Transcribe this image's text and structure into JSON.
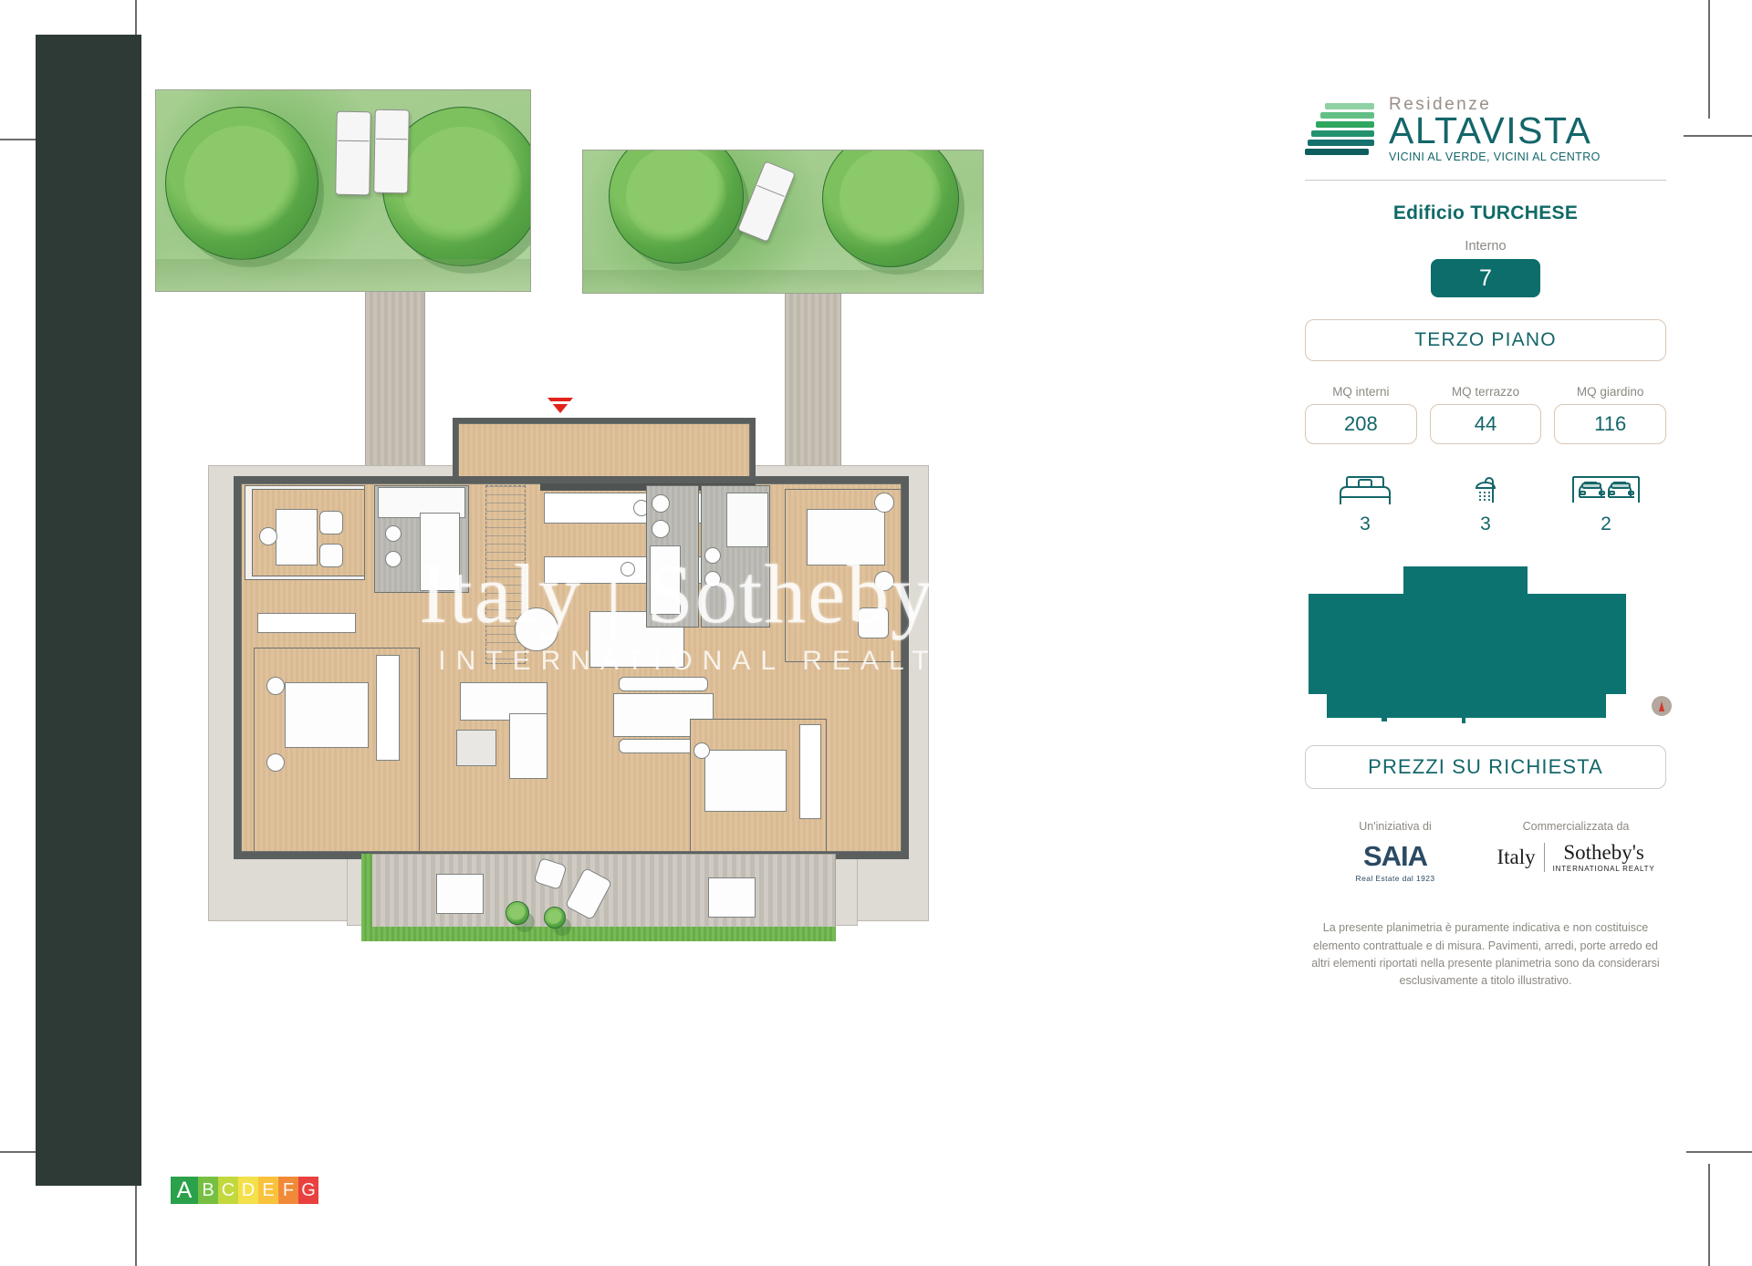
{
  "brand": {
    "logo_pretitle": "Residenze",
    "logo_title": "ALTAVISTA",
    "logo_tagline": "VICINI AL VERDE, VICINI AL CENTRO",
    "logo_mark_name": "altavista-terrace-logo",
    "accent_teal": "#0c6d6b",
    "accent_green": "#2f9e55",
    "muted": "#8c8882",
    "outline": "#d8c7b6"
  },
  "panel": {
    "building_title": "Edificio TURCHESE",
    "unit_label": "Interno",
    "unit_number": "7",
    "floor": "TERZO PIANO",
    "metrics": [
      {
        "caption": "MQ interni",
        "value": "208"
      },
      {
        "caption": "MQ terrazzo",
        "value": "44"
      },
      {
        "caption": "MQ giardino",
        "value": "116"
      }
    ],
    "features": [
      {
        "icon": "bed-icon",
        "name": "bedrooms",
        "count": "3"
      },
      {
        "icon": "shower-icon",
        "name": "bathrooms",
        "count": "3"
      },
      {
        "icon": "two-cars-icon",
        "name": "parking-spaces",
        "count": "2"
      }
    ],
    "keyplan_name": "building-keyplan",
    "compass_name": "north-compass-icon",
    "price": "PREZZI SU RICHIESTA",
    "partners": [
      {
        "caption": "Un'iniziativa di",
        "logo_name": "saia-logo",
        "logo_main": "SAIA",
        "logo_sub": "Real Estate dal 1923"
      },
      {
        "caption": "Commercializzata da",
        "logo_name": "italy-sothebys-international-realty-logo",
        "logo_main": "Italy",
        "logo_second": "Sotheby's",
        "logo_sub": "INTERNATIONAL REALTY"
      }
    ],
    "disclaimer": "La presente planimetria è puramente indicativa e non costituisce elemento contrattuale e di misura. Pavimenti, arredi, porte arredo ed altri elementi riportati nella presente planimetria sono da considerarsi esclusivamente a titolo illustrativo."
  },
  "plan": {
    "watermark_main": "Italy | Sotheby's",
    "watermark_sub": "INTERNATIONAL REALTY",
    "entry_marker_name": "apartment-entrance-marker"
  },
  "energy": {
    "name": "energy-class-badge",
    "classes": [
      {
        "letter": "A",
        "color": "#2aa14a",
        "active": true
      },
      {
        "letter": "B",
        "color": "#76bf43",
        "active": false
      },
      {
        "letter": "C",
        "color": "#c2d83c",
        "active": false
      },
      {
        "letter": "D",
        "color": "#f4e04a",
        "active": false
      },
      {
        "letter": "E",
        "color": "#f9c23c",
        "active": false
      },
      {
        "letter": "F",
        "color": "#f08a38",
        "active": false
      },
      {
        "letter": "G",
        "color": "#e8413f",
        "active": false
      }
    ]
  }
}
